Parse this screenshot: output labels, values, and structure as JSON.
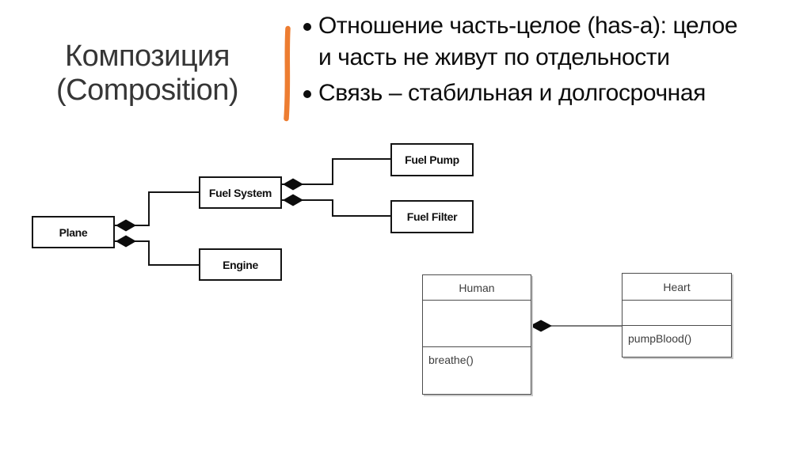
{
  "slide": {
    "title": {
      "line1": "Композиция",
      "line2": "(Composition)"
    },
    "accent_color": "#ED7D31",
    "bullets": [
      {
        "lines": [
          "Отношение часть-целое (has-a): целое",
          "и часть не живут по отдельности"
        ]
      },
      {
        "lines": [
          "Связь – стабильная и долгосрочная"
        ]
      }
    ]
  },
  "plane_diagram": {
    "plane": "Plane",
    "fuel_system": "Fuel System",
    "engine": "Engine",
    "fuel_pump": "Fuel Pump",
    "fuel_filter": "Fuel Filter"
  },
  "class_diagram": {
    "human": {
      "name": "Human",
      "methods": "breathe()"
    },
    "heart": {
      "name": "Heart",
      "methods": "pumpBlood()"
    }
  }
}
